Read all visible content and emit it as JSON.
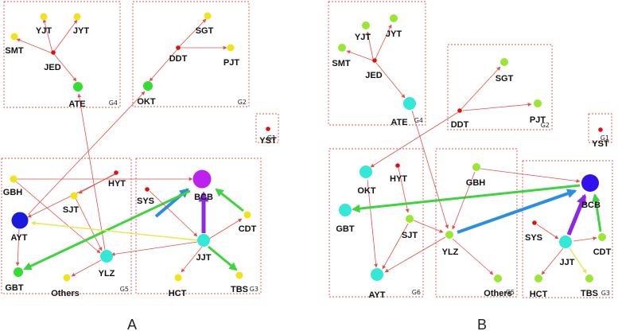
{
  "colors": {
    "group_border": "#e05555",
    "edge_red": "#e0504a",
    "edge_green": "#3fd43f",
    "edge_blue": "#2a8fe0",
    "edge_yellow": "#e8e84a",
    "edge_purple": "#8a2be2",
    "node_red": "#e01010",
    "node_yellow": "#f2e21a",
    "node_green": "#33dd33",
    "node_lime": "#99e633",
    "node_cyan": "#33e8d6",
    "node_blue": "#1a1adf",
    "node_bluepurple": "#3311ee",
    "node_magenta": "#bb22ee"
  },
  "panels": [
    {
      "label": "A",
      "groups": [
        "G4",
        "G2",
        "G1",
        "G5",
        "G3"
      ],
      "nodes": [
        {
          "id": "YJT",
          "label": "YJT",
          "color": "yellow"
        },
        {
          "id": "JYT",
          "label": "JYT",
          "color": "yellow"
        },
        {
          "id": "SMT",
          "label": "SMT",
          "color": "yellow"
        },
        {
          "id": "JED",
          "label": "JED",
          "color": "red"
        },
        {
          "id": "ATE",
          "label": "ATE",
          "color": "green"
        },
        {
          "id": "SGT",
          "label": "SGT",
          "color": "yellow"
        },
        {
          "id": "DDT",
          "label": "DDT",
          "color": "red"
        },
        {
          "id": "PJT",
          "label": "PJT",
          "color": "yellow"
        },
        {
          "id": "OKT",
          "label": "OKT",
          "color": "green"
        },
        {
          "id": "YST",
          "label": "YST",
          "color": "red"
        },
        {
          "id": "GBH",
          "label": "GBH",
          "color": "yellow"
        },
        {
          "id": "HYT",
          "label": "HYT",
          "color": "red"
        },
        {
          "id": "SJT",
          "label": "SJT",
          "color": "yellow"
        },
        {
          "id": "AYT",
          "label": "AYT",
          "color": "blue"
        },
        {
          "id": "YLZ",
          "label": "YLZ",
          "color": "cyan"
        },
        {
          "id": "GBT",
          "label": "GBT",
          "color": "green"
        },
        {
          "id": "Others",
          "label": "Others",
          "color": "yellow"
        },
        {
          "id": "BCB",
          "label": "BCB",
          "color": "magenta"
        },
        {
          "id": "SYS",
          "label": "SYS",
          "color": "red"
        },
        {
          "id": "CDT",
          "label": "CDT",
          "color": "yellow"
        },
        {
          "id": "JJT",
          "label": "JJT",
          "color": "cyan"
        },
        {
          "id": "HCT",
          "label": "HCT",
          "color": "yellow"
        },
        {
          "id": "TBS",
          "label": "TBS",
          "color": "yellow"
        }
      ],
      "edges": [
        {
          "from": "JED",
          "to": "YJT",
          "color": "red"
        },
        {
          "from": "JED",
          "to": "JYT",
          "color": "red"
        },
        {
          "from": "JED",
          "to": "SMT",
          "color": "red"
        },
        {
          "from": "JED",
          "to": "ATE",
          "color": "red"
        },
        {
          "from": "DDT",
          "to": "SGT",
          "color": "red"
        },
        {
          "from": "DDT",
          "to": "PJT",
          "color": "red"
        },
        {
          "from": "DDT",
          "to": "OKT",
          "color": "red"
        },
        {
          "from": "GBH",
          "to": "BCB",
          "color": "red"
        },
        {
          "from": "GBH",
          "to": "YLZ",
          "color": "red"
        },
        {
          "from": "HYT",
          "to": "SJT",
          "color": "red"
        },
        {
          "from": "HYT",
          "to": "AYT",
          "color": "red"
        },
        {
          "from": "SJT",
          "to": "YLZ",
          "color": "red"
        },
        {
          "from": "AYT",
          "to": "GBT",
          "color": "red"
        },
        {
          "from": "AYT",
          "to": "OKT",
          "color": "red"
        },
        {
          "from": "YLZ",
          "to": "ATE",
          "color": "red"
        },
        {
          "from": "YLZ",
          "to": "Others",
          "color": "red"
        },
        {
          "from": "YLZ",
          "to": "BCB",
          "color": "blue"
        },
        {
          "from": "BCB",
          "to": "GBT",
          "color": "green"
        },
        {
          "from": "JJT",
          "to": "AYT",
          "color": "yellow"
        },
        {
          "from": "SYS",
          "to": "JJT",
          "color": "red"
        },
        {
          "from": "JJT",
          "to": "BCB",
          "color": "purple"
        },
        {
          "from": "CDT",
          "to": "BCB",
          "color": "green"
        },
        {
          "from": "JJT",
          "to": "CDT",
          "color": "red"
        },
        {
          "from": "JJT",
          "to": "HCT",
          "color": "red"
        },
        {
          "from": "JJT",
          "to": "TBS",
          "color": "green"
        },
        {
          "from": "JJT",
          "to": "YLZ",
          "color": "red"
        }
      ]
    },
    {
      "label": "B",
      "groups": [
        "G4",
        "G2",
        "G1",
        "G6",
        "G5",
        "G3"
      ],
      "nodes": [
        {
          "id": "YJT",
          "label": "YJT",
          "color": "lime"
        },
        {
          "id": "JYT",
          "label": "JYT",
          "color": "lime"
        },
        {
          "id": "SMT",
          "label": "SMT",
          "color": "lime"
        },
        {
          "id": "JED",
          "label": "JED",
          "color": "red"
        },
        {
          "id": "ATE",
          "label": "ATE",
          "color": "cyan"
        },
        {
          "id": "SGT",
          "label": "SGT",
          "color": "lime"
        },
        {
          "id": "DDT",
          "label": "DDT",
          "color": "red"
        },
        {
          "id": "PJT",
          "label": "PJT",
          "color": "lime"
        },
        {
          "id": "YST",
          "label": "YST",
          "color": "red"
        },
        {
          "id": "OKT",
          "label": "OKT",
          "color": "cyan"
        },
        {
          "id": "HYT",
          "label": "HYT",
          "color": "red"
        },
        {
          "id": "GBT",
          "label": "GBT",
          "color": "cyan"
        },
        {
          "id": "SJT",
          "label": "SJT",
          "color": "lime"
        },
        {
          "id": "AYT",
          "label": "AYT",
          "color": "cyan"
        },
        {
          "id": "GBH",
          "label": "GBH",
          "color": "lime"
        },
        {
          "id": "YLZ",
          "label": "YLZ",
          "color": "lime"
        },
        {
          "id": "Others",
          "label": "Others",
          "color": "lime"
        },
        {
          "id": "BCB",
          "label": "BCB",
          "color": "bluepurple"
        },
        {
          "id": "SYS",
          "label": "SYS",
          "color": "red"
        },
        {
          "id": "JJT",
          "label": "JJT",
          "color": "cyan"
        },
        {
          "id": "CDT",
          "label": "CDT",
          "color": "lime"
        },
        {
          "id": "HCT",
          "label": "HCT",
          "color": "lime"
        },
        {
          "id": "TBS",
          "label": "TBS",
          "color": "lime"
        }
      ],
      "edges": [
        {
          "from": "JED",
          "to": "YJT",
          "color": "red"
        },
        {
          "from": "JED",
          "to": "JYT",
          "color": "red"
        },
        {
          "from": "JED",
          "to": "SMT",
          "color": "red"
        },
        {
          "from": "JED",
          "to": "ATE",
          "color": "red"
        },
        {
          "from": "DDT",
          "to": "SGT",
          "color": "red"
        },
        {
          "from": "DDT",
          "to": "PJT",
          "color": "red"
        },
        {
          "from": "DDT",
          "to": "OKT",
          "color": "red"
        },
        {
          "from": "ATE",
          "to": "YLZ",
          "color": "red"
        },
        {
          "from": "HYT",
          "to": "SJT",
          "color": "red"
        },
        {
          "from": "SJT",
          "to": "AYT",
          "color": "red"
        },
        {
          "from": "SJT",
          "to": "YLZ",
          "color": "red"
        },
        {
          "from": "OKT",
          "to": "AYT",
          "color": "red"
        },
        {
          "from": "YLZ",
          "to": "AYT",
          "color": "red"
        },
        {
          "from": "YLZ",
          "to": "Others",
          "color": "red"
        },
        {
          "from": "YLZ",
          "to": "BCB",
          "color": "blue"
        },
        {
          "from": "GBH",
          "to": "BCB",
          "color": "red"
        },
        {
          "from": "BCB",
          "to": "GBT",
          "color": "green"
        },
        {
          "from": "GBH",
          "to": "YLZ",
          "color": "red"
        },
        {
          "from": "JJT",
          "to": "BCB",
          "color": "purple"
        },
        {
          "from": "CDT",
          "to": "BCB",
          "color": "green"
        },
        {
          "from": "SYS",
          "to": "JJT",
          "color": "red"
        },
        {
          "from": "JJT",
          "to": "CDT",
          "color": "red"
        },
        {
          "from": "JJT",
          "to": "HCT",
          "color": "red"
        },
        {
          "from": "JJT",
          "to": "TBS",
          "color": "yellow"
        }
      ]
    }
  ]
}
